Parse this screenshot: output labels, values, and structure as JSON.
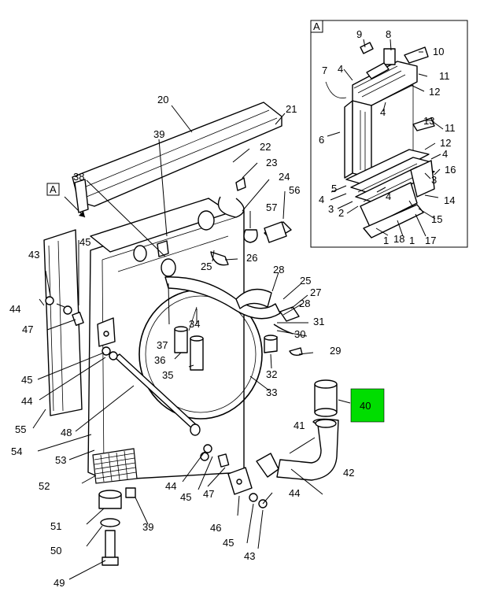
{
  "views": {
    "main_view_label": "A",
    "detail_view_label": "A"
  },
  "highlight": {
    "label": "40",
    "color": "#00dd00"
  },
  "callouts": {
    "c1a": "1",
    "c1b": "1",
    "c2": "2",
    "c3a": "3",
    "c3b": "3",
    "c4a": "4",
    "c4b": "4",
    "c4c": "4",
    "c4d": "4",
    "c4e": "4",
    "c5": "5",
    "c6": "6",
    "c7": "7",
    "c8": "8",
    "c9": "9",
    "c10": "10",
    "c11a": "11",
    "c11b": "11",
    "c12a": "12",
    "c12b": "12",
    "c13": "13",
    "c14": "14",
    "c15": "15",
    "c16": "16",
    "c17": "17",
    "c18": "18",
    "c20": "20",
    "c21": "21",
    "c22": "22",
    "c23": "23",
    "c24": "24",
    "c25a": "25",
    "c25b": "25",
    "c26": "26",
    "c27": "27",
    "c28a": "28",
    "c28b": "28",
    "c29": "29",
    "c30": "30",
    "c31": "31",
    "c32": "32",
    "c33": "33",
    "c34": "34",
    "c35": "35",
    "c36": "36",
    "c37": "37",
    "c38": "38",
    "c39a": "39",
    "c39b": "39",
    "c41": "41",
    "c42": "42",
    "c43a": "43",
    "c43b": "43",
    "c44a": "44",
    "c44b": "44",
    "c44c": "44",
    "c44d": "44",
    "c45a": "45",
    "c45b": "45",
    "c45c": "45",
    "c45d": "45",
    "c46": "46",
    "c47a": "47",
    "c47b": "47",
    "c48": "48",
    "c49": "49",
    "c50": "50",
    "c51": "51",
    "c52": "52",
    "c53": "53",
    "c54": "54",
    "c55": "55",
    "c56": "56",
    "c57": "57"
  }
}
